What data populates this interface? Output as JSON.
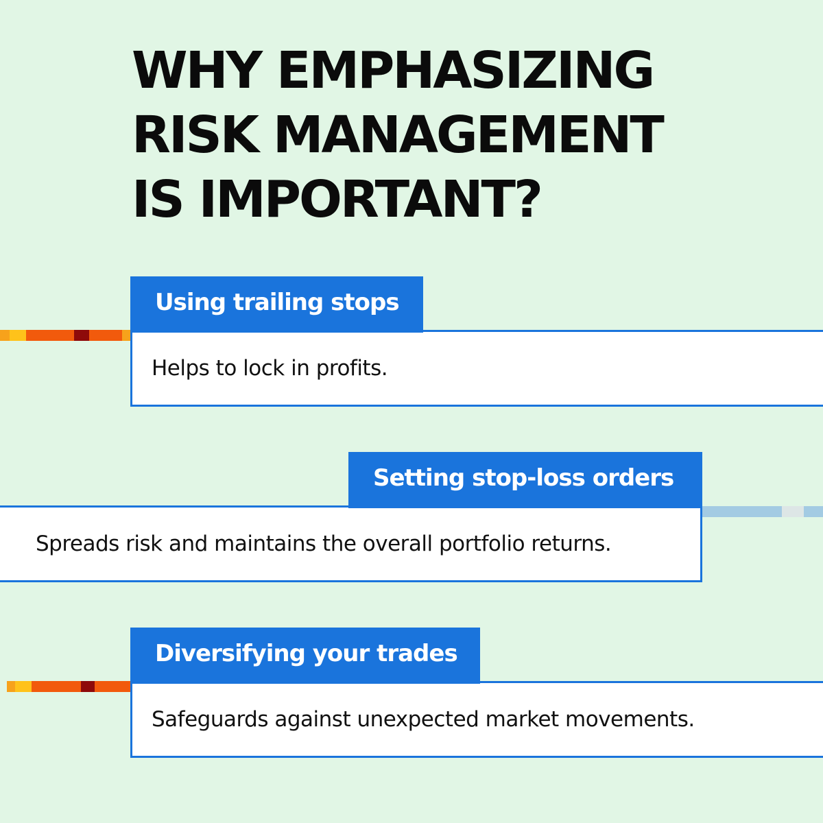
{
  "title": {
    "line1": "WHY EMPHASIZING",
    "line2": "RISK MANAGEMENT",
    "line3": "IS IMPORTANT?"
  },
  "items": [
    {
      "heading": "Using trailing stops",
      "description": "Helps to lock in profits."
    },
    {
      "heading": "Setting stop-loss orders",
      "description": "Spreads risk and maintains the overall portfolio returns."
    },
    {
      "heading": "Diversifying your trades",
      "description": "Safeguards against unexpected market movements."
    }
  ],
  "colors": {
    "background": "#e1f6e5",
    "accent_blue": "#1a74dc",
    "heading_text": "#0b0b0b",
    "accent_orange": "#f25a0c",
    "accent_yellow": "#ffc21a",
    "accent_darkred": "#8e0a0a",
    "accent_lightblue": "#a3cbe3"
  }
}
